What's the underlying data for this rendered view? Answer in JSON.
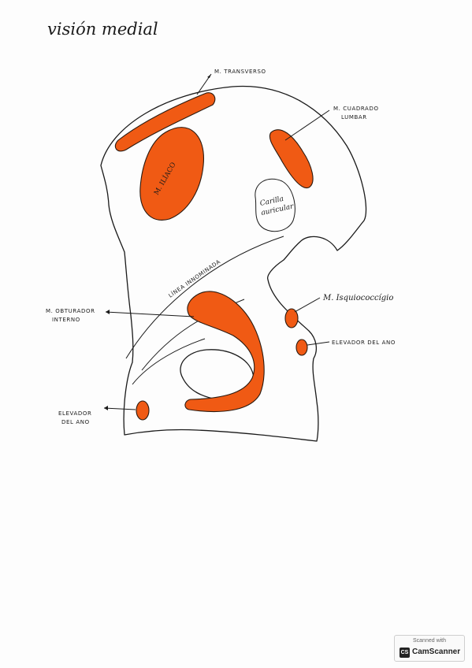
{
  "title": "visión medial",
  "labels": {
    "transverso": "M. TRANSVERSO",
    "cuadrado_1": "M. CUADRADO",
    "cuadrado_2": "LUMBAR",
    "iliaco": "M. ILÍACO",
    "carilla_1": "Carilla",
    "carilla_2": "auricular",
    "linea": "LÍNEA INNOMINADA",
    "obturador_1": "M. OBTURADOR",
    "obturador_2": "INTERNO",
    "isquio": "M. Isquiococcígio",
    "elevador_right": "ELEVADOR DEL ANO",
    "elevador_left_1": "ELEVADOR",
    "elevador_left_2": "DEL ANO"
  },
  "watermark": {
    "scanned_with": "Scanned with",
    "logo": "CS",
    "app": "CamScanner"
  },
  "colors": {
    "muscle": "#f05a14",
    "ink": "#1a1a1a"
  }
}
